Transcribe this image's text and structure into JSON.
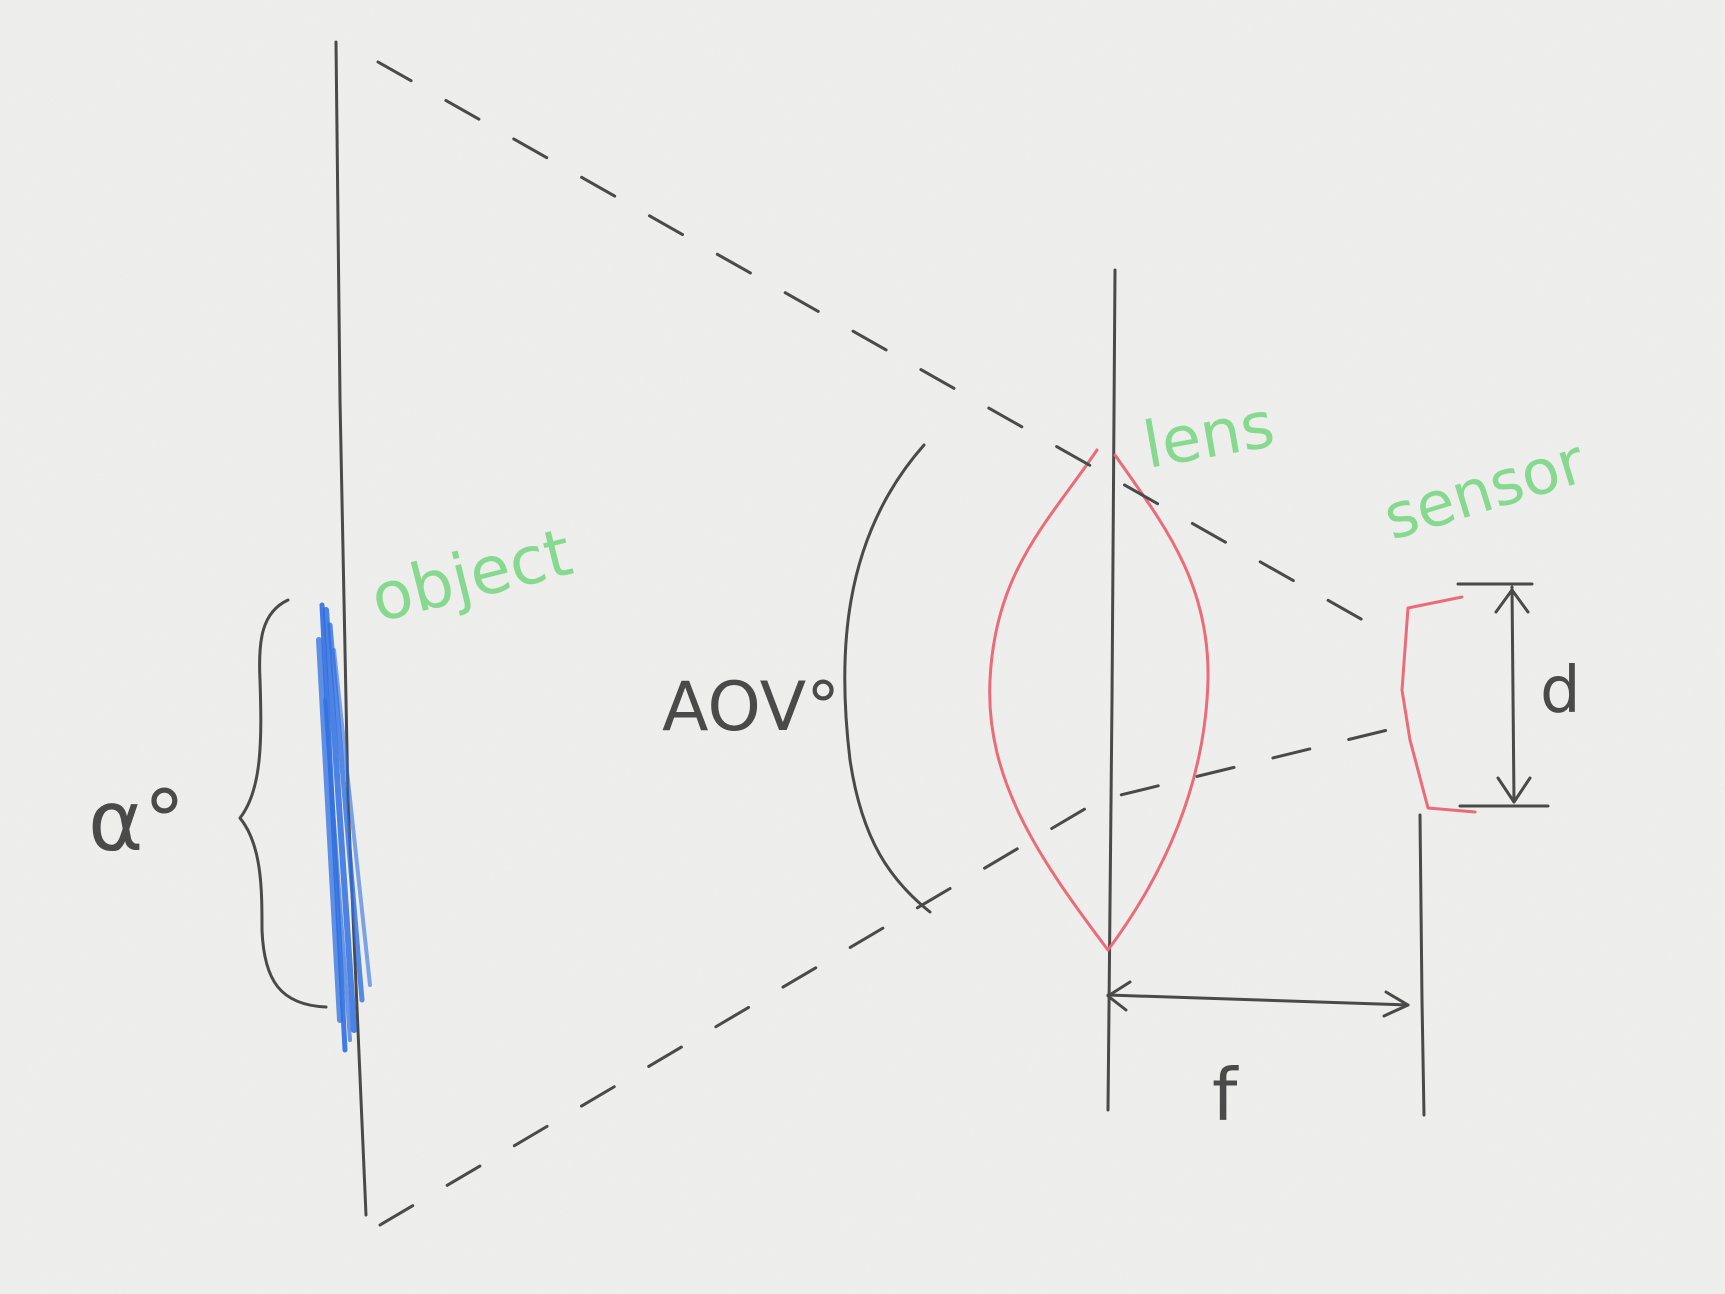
{
  "diagram": {
    "labels": {
      "object": "object",
      "lens": "lens",
      "sensor": "sensor",
      "aov": "AOV°",
      "alpha": "α°",
      "d": "d",
      "f": "f"
    },
    "colors": {
      "background": "#f0f0ef",
      "pencil": "#4a4a4a",
      "object_fill": "#2f6fe0",
      "lens_outline": "#ec6b78",
      "label_green": "#86d98e"
    }
  }
}
